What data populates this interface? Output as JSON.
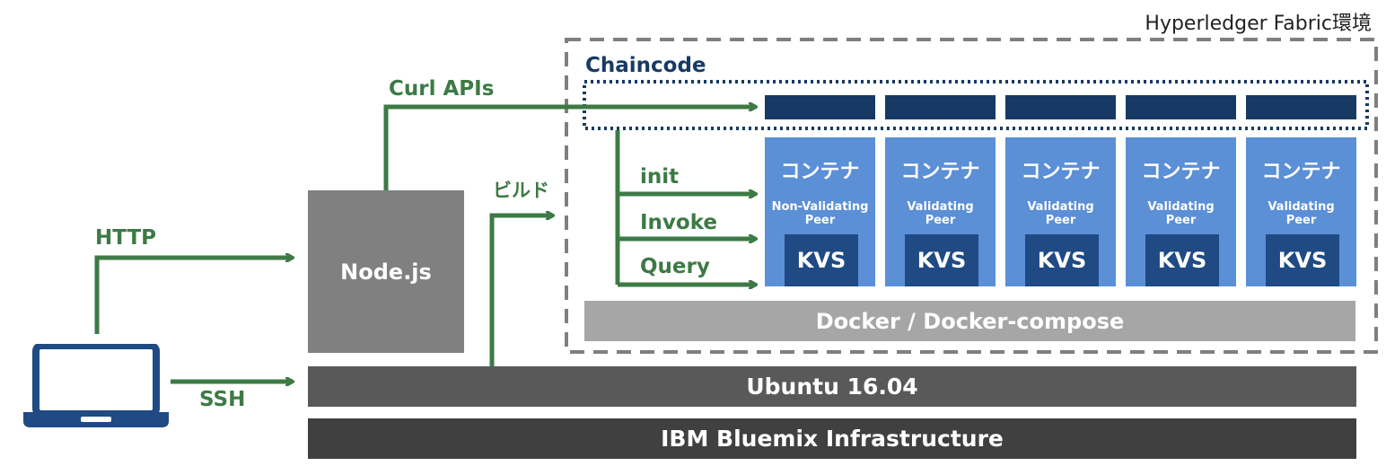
{
  "environment_title": "Hyperledger  Fabric環境",
  "chaincode_label": "Chaincode",
  "arrows": {
    "curl": "Curl  APIs",
    "http": "HTTP",
    "ssh": "SSH",
    "build": "ビルド",
    "init": "init",
    "invoke": "Invoke",
    "query": "Query"
  },
  "nodejs_label": "Node.js",
  "containers": [
    {
      "title": "コンテナ",
      "peer_line1": "Non-Validating",
      "peer_line2": "Peer",
      "kvs": "KVS"
    },
    {
      "title": "コンテナ",
      "peer_line1": "Validating",
      "peer_line2": "Peer",
      "kvs": "KVS"
    },
    {
      "title": "コンテナ",
      "peer_line1": "Validating",
      "peer_line2": "Peer",
      "kvs": "KVS"
    },
    {
      "title": "コンテナ",
      "peer_line1": "Validating",
      "peer_line2": "Peer",
      "kvs": "KVS"
    },
    {
      "title": "コンテナ",
      "peer_line1": "Validating",
      "peer_line2": "Peer",
      "kvs": "KVS"
    }
  ],
  "layers": {
    "docker": "Docker / Docker-compose",
    "ubuntu": "Ubuntu 16.04",
    "infra": "IBM Bluemix Infrastructure"
  },
  "colors": {
    "arrow_green": "#3d7a45",
    "chaincode_navy": "#173a64",
    "container_blue": "#5b8fd6",
    "kvs_blue": "#1f4a84",
    "nodejs_gray": "#808080",
    "docker_gray": "#a6a6a6",
    "ubuntu_gray": "#595959",
    "infra_gray": "#404040",
    "laptop_blue": "#1f4a84"
  },
  "icons": {
    "client": "laptop-icon"
  }
}
